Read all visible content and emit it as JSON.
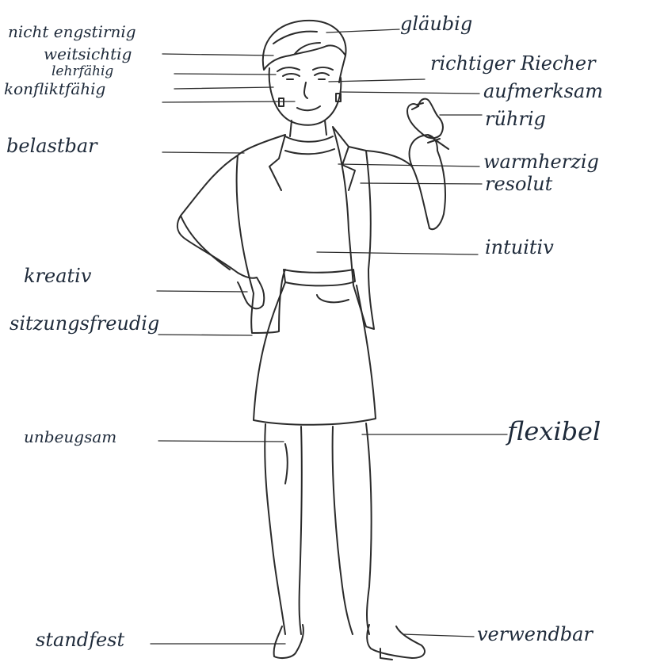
{
  "labels": {
    "left": {
      "nicht_engstirnig": "nicht engstirnig",
      "weitsichtig": "weitsichtig",
      "lernfaehig": "lehrfähig",
      "konfliktfaehig": "konfliktfähig",
      "belastbar": "belastbar",
      "kreativ": "kreativ",
      "sitzungsfreudig": "sitzungsfreudig",
      "unbeugsam": "unbeugsam",
      "standfest": "standfest"
    },
    "right": {
      "glaeubig": "gläubig",
      "richtiger_riecher": "richtiger Riecher",
      "aufmerksam": "aufmerksam",
      "ruehrig": "rührig",
      "warmherzig": "warmherzig",
      "resolut": "resolut",
      "intuitiv": "intuitiv",
      "flexibel": "flexibel",
      "verwendbar": "verwendbar"
    }
  },
  "colors": {
    "ink": "#1e2a3a",
    "line": "#2b2b2b",
    "paper": "#ffffff"
  }
}
